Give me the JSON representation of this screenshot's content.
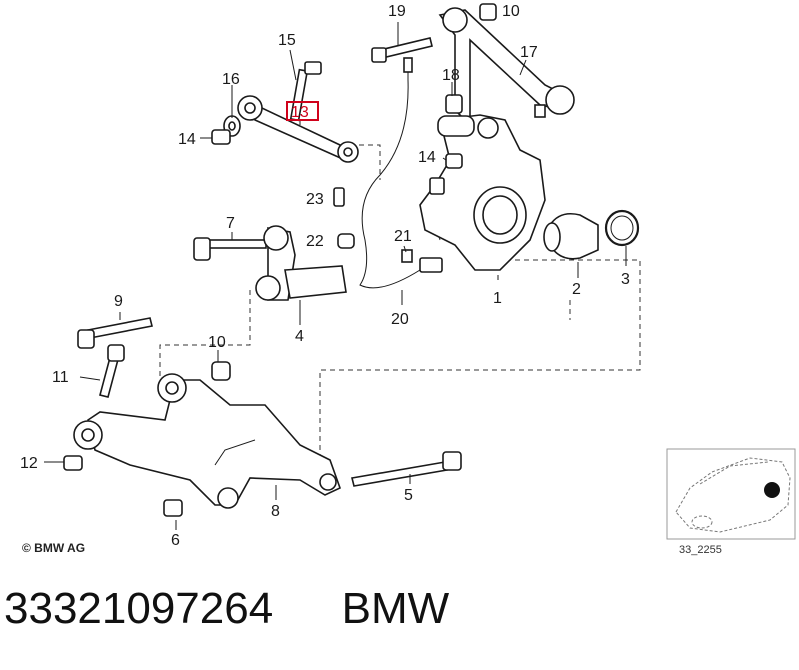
{
  "diagram": {
    "highlighted_part": "13",
    "highlight_color": "#d0021b",
    "parts": [
      "1",
      "2",
      "3",
      "4",
      "5",
      "6",
      "7",
      "8",
      "9",
      "10",
      "10",
      "11",
      "12",
      "13",
      "14",
      "14",
      "15",
      "16",
      "17",
      "19",
      "18",
      "20",
      "21",
      "22",
      "23"
    ],
    "copyright": "© BMW AG",
    "image_ref": "33_2255"
  },
  "caption": {
    "part_number": "33321097264",
    "brand": "BMW"
  }
}
